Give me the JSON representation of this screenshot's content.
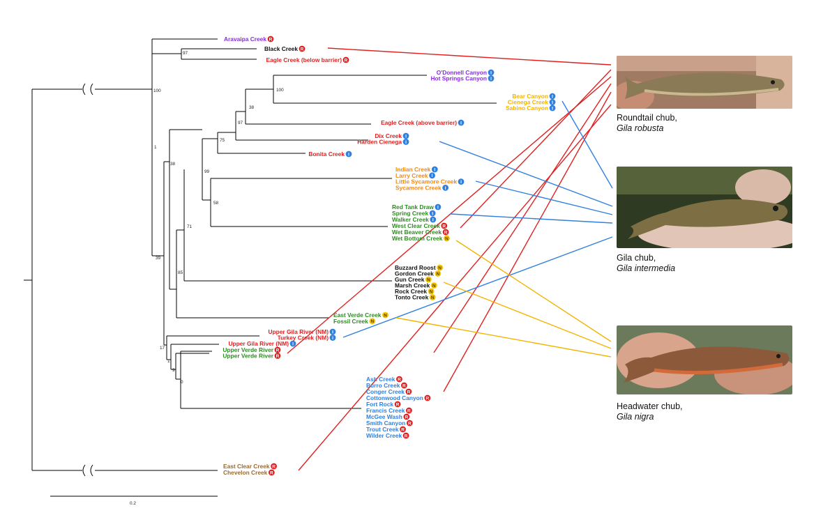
{
  "colors": {
    "purple": "#8a2be2",
    "black": "#111111",
    "red": "#e02020",
    "yellow": "#f3b400",
    "orange": "#ef8a17",
    "green": "#2e8b22",
    "blue": "#2f80e0",
    "brown": "#9b6a2b",
    "badge_R": "#e02020",
    "badge_I": "#2f80e0",
    "badge_N": "#f3c400"
  },
  "scale_bar_label": "0.2",
  "species": [
    {
      "common": "Roundtail chub,",
      "scientific": "Gila robusta"
    },
    {
      "common": "Gila chub,",
      "scientific": "Gila intermedia"
    },
    {
      "common": "Headwater chub,",
      "scientific": "Gila nigra"
    }
  ],
  "groups": [
    {
      "color": "purple",
      "badge": "R",
      "items": [
        "Aravaipa Creek"
      ]
    },
    {
      "color": "black",
      "badge": "R",
      "items": [
        "Black Creek"
      ]
    },
    {
      "color": "red",
      "badge": "R",
      "items": [
        "Eagle Creek (below barrier)"
      ]
    },
    {
      "color": "purple",
      "badge": "I",
      "items": [
        "O'Donnell Canyon",
        "Hot Springs Canyon"
      ]
    },
    {
      "color": "yellow",
      "badge": "I",
      "items": [
        "Bear Canyon",
        "Cienega Creek",
        "Sabino Canyon"
      ]
    },
    {
      "color": "red",
      "badge": "I",
      "items": [
        "Eagle Creek (above barrier)"
      ]
    },
    {
      "color": "red",
      "badge": "I",
      "items": [
        "Dix Creek",
        "Harden Cienega"
      ]
    },
    {
      "color": "red",
      "badge": "I",
      "items": [
        "Bonita Creek"
      ]
    },
    {
      "color": "orange",
      "badge": "I",
      "items": [
        "Indian Creek",
        "Larry Creek",
        "Little Sycamore Creek",
        "Sycamore Creek"
      ]
    },
    {
      "color": "green",
      "badge": "I",
      "items": [
        "Red Tank Draw",
        "Spring Creek",
        "Walker Creek"
      ]
    },
    {
      "color": "green",
      "badge": "R",
      "items": [
        "West Clear Creek",
        "Wet Beaver Creek"
      ]
    },
    {
      "color": "green",
      "badge": "N",
      "items": [
        "Wet Bottom Creek"
      ]
    },
    {
      "color": "black",
      "badge": "N",
      "items": [
        "Buzzard Roost",
        "Gordon Creek",
        "Gun Creek",
        "Marsh Creek",
        "Rock Creek",
        "Tonto Creek"
      ]
    },
    {
      "color": "green",
      "badge": "N",
      "items": [
        "East Verde Creek",
        "Fossil Creek"
      ]
    },
    {
      "color": "red",
      "badge": "I",
      "items": [
        "Upper Gila River (NM)",
        "Turkey Creek (NM)"
      ]
    },
    {
      "color": "red",
      "badge": "I",
      "items": [
        "Upper Gila River (NM)"
      ]
    },
    {
      "color": "green",
      "badge": "R",
      "items": [
        "Upper Verde River",
        "Upper Verde River"
      ]
    },
    {
      "color": "blue",
      "badge": "R",
      "items": [
        "Ash Creek",
        "Burro Creek",
        "Conger Creek",
        "Cottonwood Canyon",
        "Fort Rock",
        "Francis Creek",
        "McGee Wash",
        "Smith Canyon",
        "Trout Creek",
        "Wilder Creek"
      ]
    },
    {
      "color": "brown",
      "badge": "R",
      "items": [
        "East Clear Creek",
        "Chevelon Creek"
      ]
    }
  ],
  "support_values": [
    "97",
    "100",
    "100",
    "38",
    "97",
    "75",
    "1",
    "38",
    "99",
    "58",
    "71",
    "39",
    "85",
    "17",
    "1",
    "9",
    "0"
  ]
}
